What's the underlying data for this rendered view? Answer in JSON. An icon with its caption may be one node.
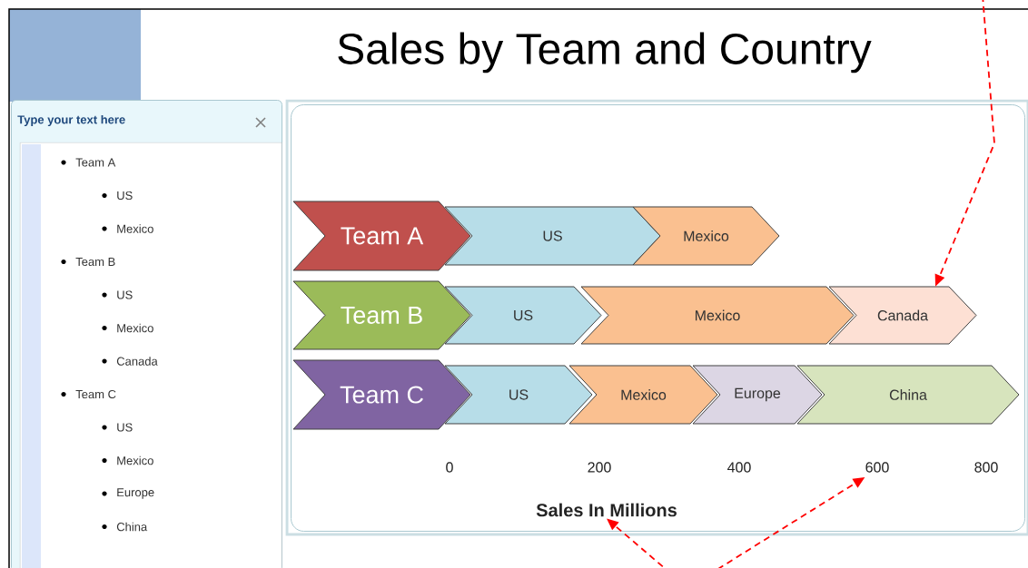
{
  "diagram": {
    "title": "Sales by Team and Country",
    "nodes": [
      {
        "text": [
          "Type your text here"
        ]
      },
      {
        "text": [
          "Team A",
          "US",
          "Mexico",
          "Team B",
          "US",
          "Mexico",
          "Canada",
          "Team C",
          "US",
          "Mexico",
          "Europe",
          "China"
        ],
        "in": 0
      },
      {
        "text": [],
        "shape": "box"
      },
      {
        "text": [
          "Team A"
        ],
        "in": 2
      },
      {
        "text": [
          "US"
        ],
        "in": 2
      },
      {
        "text": [
          "Mexico"
        ],
        "in": 2
      },
      {
        "text": [
          "Team B"
        ],
        "in": 2
      },
      {
        "text": [
          "US"
        ],
        "in": 2
      },
      {
        "text": [
          "Mexico"
        ],
        "in": 2
      },
      {
        "text": [
          "Canada"
        ],
        "in": 2
      },
      {
        "text": [
          "Team C"
        ],
        "in": 2
      },
      {
        "text": [
          "US"
        ],
        "in": 2
      },
      {
        "text": [
          "Mexico"
        ],
        "in": 2
      },
      {
        "text": [
          "Europe"
        ],
        "in": 2
      },
      {
        "text": [
          "China"
        ],
        "in": 2
      },
      {
        "text": [
          "600"
        ],
        "in": 2
      },
      {
        "text": [
          "Sales In Millions"
        ],
        "in": 2
      }
    ],
    "edges": [
      {
        "from": null,
        "to": 9,
        "arrow": "to",
        "style": "dashed"
      },
      {
        "from": null,
        "to": 16,
        "arrow": "to",
        "style": "dashed"
      },
      {
        "from": null,
        "to": 15,
        "arrow": "to",
        "style": "dashed"
      }
    ],
    "labels": [
      "0",
      "200",
      "400",
      "800"
    ]
  }
}
